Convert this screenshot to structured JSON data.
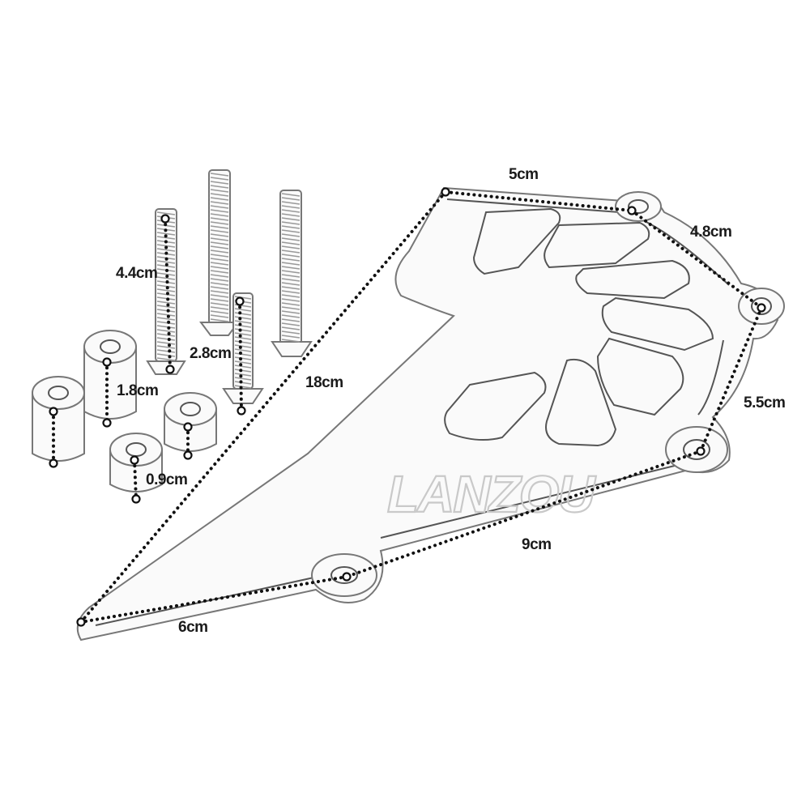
{
  "watermark": {
    "text": "LANZOU"
  },
  "dimensions": {
    "plate_top_edge": "5cm",
    "plate_upper_right_edge": "4.8cm",
    "plate_right_edge": "5.5cm",
    "plate_bottom_long_edge": "9cm",
    "plate_bottom_short_edge": "6cm",
    "plate_diagonal": "18cm",
    "bolt_long": "4.4cm",
    "bolt_short": "2.8cm",
    "spacer_tall": "1.8cm",
    "spacer_short": "0.9cm"
  },
  "colors": {
    "line": "#111111",
    "part_outline": "#777777",
    "watermark": "#c9c9c9"
  }
}
